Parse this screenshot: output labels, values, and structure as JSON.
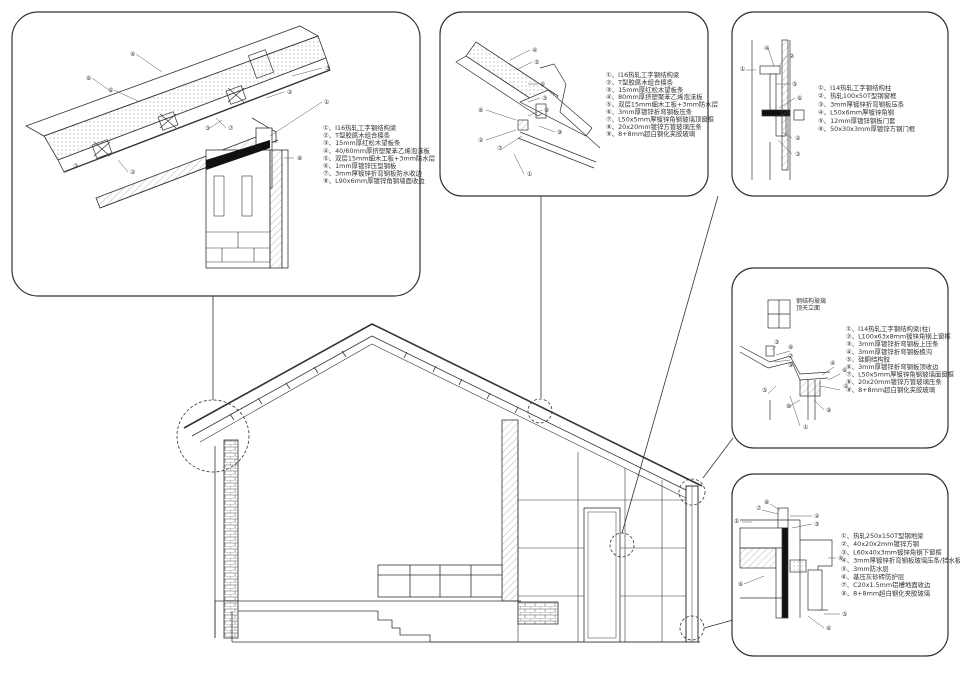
{
  "panels": {
    "roof_eave": {
      "legend": [
        "①、I16热轧工字钢结构梁",
        "②、T型胶腐木组合檩条",
        "③、15mm厚红松木望板条",
        "④、40/60mm厚挤塑聚苯乙烯泡沫板",
        "⑤、双层15mm细木工板+3mm防水层",
        "⑥、1mm厚镀锌压型钢板",
        "⑦、3mm厚镀锌折弯钢板防水收边",
        "⑧、L90x6mm厚镀锌角钢墙面收边"
      ],
      "callouts": [
        "④",
        "③",
        "⑥",
        "⑤",
        "②",
        "③",
        "⑦",
        "⑦",
        "②",
        "①",
        "⑧"
      ]
    },
    "roof_ridge": {
      "legend": [
        "①、I16热轧工字钢结构梁",
        "②、T型胶腐木组合檩条",
        "③、15mm厚红松木望板条",
        "④、80mm厚挤塑聚苯乙烯泡沫板",
        "⑤、双层15mm细木工板+3mm防水层",
        "⑥、3mm厚镀锌折弯钢板压条",
        "⑦、L50x5mm厚镀锌角钢玻璃顶窗框",
        "⑧、20x20mm镀锌方管玻璃压条",
        "⑨、8+8mm超白钢化夹胶玻璃"
      ],
      "callouts": [
        "④",
        "⑤",
        "⑥",
        "③",
        "②",
        "⑧",
        "②",
        "⑦",
        "①",
        "⑨"
      ]
    },
    "column_top": {
      "legend": [
        "①、I14热轧工字钢结构柱",
        "②、热轧100x50T型钢窗框",
        "③、3mm厚镀锌折弯钢板压条",
        "④、L50x6mm厚镀锌角钢",
        "⑤、12mm厚镀锌钢板门套",
        "⑥、50x30x3mm厚镀锌方钢门框"
      ],
      "callouts": [
        "④",
        "②",
        "①",
        "⑤",
        "⑥",
        "②",
        "③"
      ]
    },
    "glass_corner": {
      "note": "钢结构玻璃\n顶天立面",
      "legend": [
        "①、I14热轧工字钢结构梁(柱)",
        "②、L100x63x8mm镀锌角钢上窗框",
        "③、3mm厚镀锌折弯钢板上压条",
        "④、3mm厚镀锌折弯钢板檐沟",
        "⑤、硅酮结构胶",
        "⑥、3mm厚镀锌折弯钢板顶收边",
        "⑦、L50x5mm厚镀锌角钢玻璃面窗框",
        "⑧、20x20mm镀锌方管玻璃压条",
        "⑨、8+8mm超白钢化夹胶玻璃"
      ],
      "callouts": [
        "③",
        "⑧",
        "⑦",
        "⑨",
        "④",
        "⑥",
        "②",
        "⑤",
        "⑨",
        "⑧",
        "①"
      ]
    },
    "ground_base": {
      "legend": [
        "①、热轧250x150T型钢地梁",
        "②、40x20x2mm镀锌方钢",
        "③、L60x40x3mm镀锌角钢下窗框",
        "④、3mm厚镀锌折弯钢板玻璃压条/挡水板",
        "⑤、3mm防水层",
        "⑥、基压灰砂砖防护层",
        "⑦、C20x1.5mm铝槽地面收边",
        "⑧、8+8mm超白钢化夹胶玻璃"
      ],
      "callouts": [
        "⑧",
        "⑦",
        "②",
        "③",
        "①",
        "④",
        "⑥",
        "⑤",
        "⑥"
      ]
    }
  },
  "colors": {
    "line": "#2b2b2b",
    "hatch": "#7a7a7a",
    "frame": "#333333",
    "background": "#ffffff"
  }
}
